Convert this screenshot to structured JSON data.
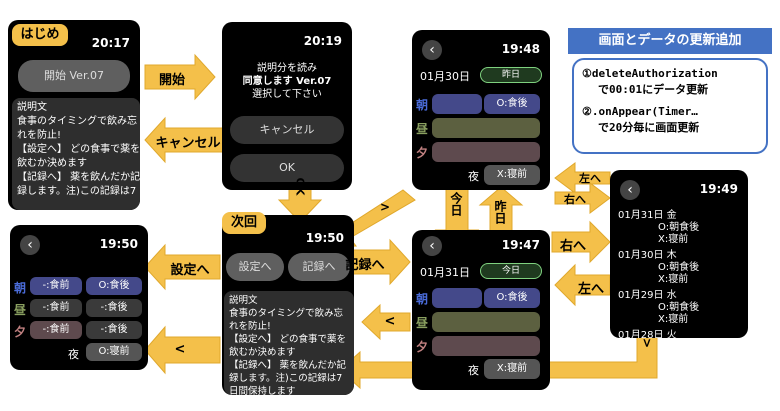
{
  "tags": {
    "start": "はじめ",
    "next": "次回"
  },
  "arrows": {
    "start": "開始",
    "cancel": "キャンセル",
    "ok": "OK",
    "record": "記録へ",
    "settings": "設定へ",
    "left1": "左へ",
    "right1": "右へ",
    "right2": "右へ",
    "left2": "左へ",
    "lt1": "<",
    "lt2": "<",
    "gt": ">",
    "v1": ">",
    "today": "今日",
    "yesterday": "昨日"
  },
  "s1": {
    "time": "20:17",
    "button": "開始 Ver.07",
    "desc": [
      "説明文",
      "食事のタイミングで飲み忘",
      "れを防止!",
      "【設定へ】 どの食事で薬を",
      "飲むか決めます",
      "【記録へ】 薬を飲んだか記",
      "録します。注)この記録は7"
    ]
  },
  "s2": {
    "time": "20:19",
    "msg": [
      "説明分を読み",
      "同意します Ver.07",
      "選択して下さい"
    ],
    "cancel": "キャンセル",
    "ok": "OK"
  },
  "s3": {
    "time": "19:48",
    "date": "01月30日",
    "badge": "昨日",
    "rows": [
      "朝",
      "昼",
      "夕"
    ],
    "slot_morning": "O:食後",
    "night_label": "夜",
    "night_value": "X:寝前"
  },
  "s4": {
    "time": "19:49",
    "entries": [
      {
        "date": "01月31日 金",
        "lines": [
          "O:朝食後",
          "X:寝前"
        ]
      },
      {
        "date": "01月30日 木",
        "lines": [
          "O:朝食後",
          "X:寝前"
        ]
      },
      {
        "date": "01月29日 水",
        "lines": [
          "O:朝食後",
          "X:寝前"
        ]
      }
    ],
    "partial": "01月28日 火"
  },
  "s5": {
    "time": "19:50",
    "rows": [
      "朝",
      "昼",
      "夕"
    ],
    "before": "-:食前",
    "after_m": "O:食後",
    "after": "-:食後",
    "night_label": "夜",
    "night_value": "O:寝前"
  },
  "s6": {
    "time": "19:50",
    "btn_settings": "設定へ",
    "btn_record": "記録へ",
    "desc": [
      "説明文",
      "食事のタイミングで飲み忘",
      "れを防止!",
      "【設定へ】 どの食事で薬を",
      "飲むか決めます",
      "【記録へ】 薬を飲んだか記",
      "録します。注)この記録は7",
      "日間保持します"
    ]
  },
  "s7": {
    "time": "19:47",
    "date": "01月31日",
    "badge": "今日",
    "rows": [
      "朝",
      "昼",
      "夕"
    ],
    "slot_morning": "O:食後",
    "night_label": "夜",
    "night_value": "X:寝前"
  },
  "note": {
    "title": "画面とデータの更新追加",
    "line1a": "①deleteAuthorization",
    "line1b": "で00:01にデータ更新",
    "line2a": "②.onAppear(Timer…",
    "line2b": "で20分毎に画面更新"
  },
  "colors": {
    "arrow": "#f4c04a",
    "blue_slot": "#44498a",
    "green": "#4a5a3a",
    "olive": "#5c6040",
    "mauve": "#5e4a4e",
    "note_title": "#4472c4"
  }
}
